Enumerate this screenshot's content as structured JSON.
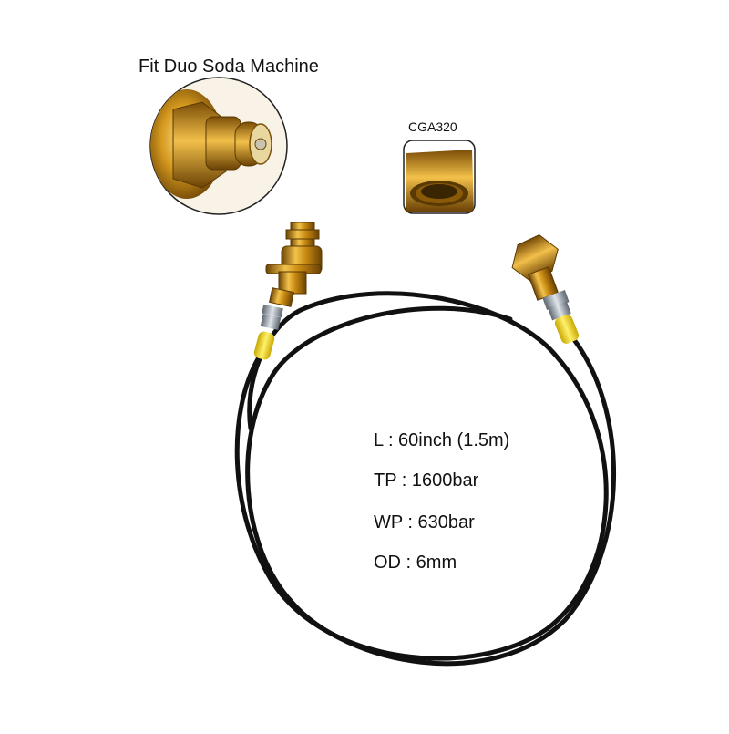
{
  "callouts": {
    "left": "Fit Duo Soda Machine",
    "right": "CGA320"
  },
  "specs": [
    "L : 60inch (1.5m)",
    "TP : 1600bar",
    "WP : 630bar",
    "OD : 6mm"
  ],
  "colors": {
    "brass": "#d4a017",
    "brass_dark": "#8a5a08",
    "hose": "#111111",
    "collar": "#f0d500",
    "steel": "#9aa3ad"
  }
}
